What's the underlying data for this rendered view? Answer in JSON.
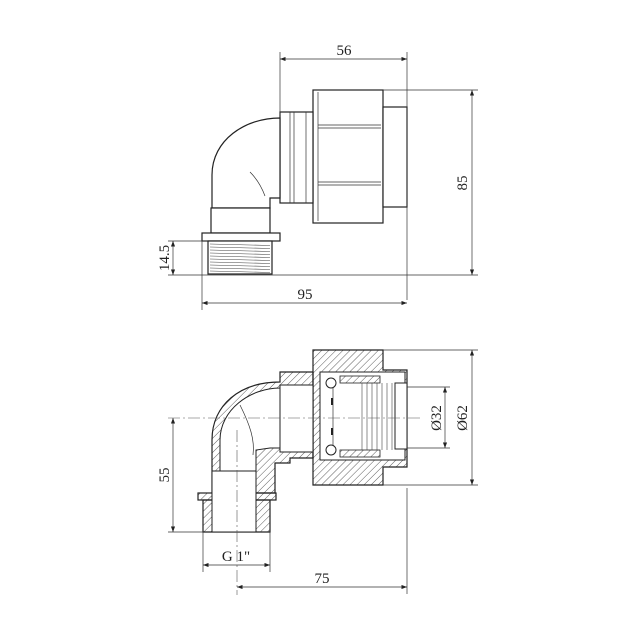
{
  "drawing": {
    "side_view": {
      "dimensions": {
        "top_width": "56",
        "height": "85",
        "thread_length": "14.5",
        "overall_width": "95"
      }
    },
    "section_view": {
      "dimensions": {
        "inner_diameter": "Ø32",
        "outer_diameter": "Ø62",
        "height": "55",
        "thread": "G 1\"",
        "length": "75"
      }
    },
    "colors": {
      "line": "#222222",
      "background": "#ffffff"
    }
  }
}
